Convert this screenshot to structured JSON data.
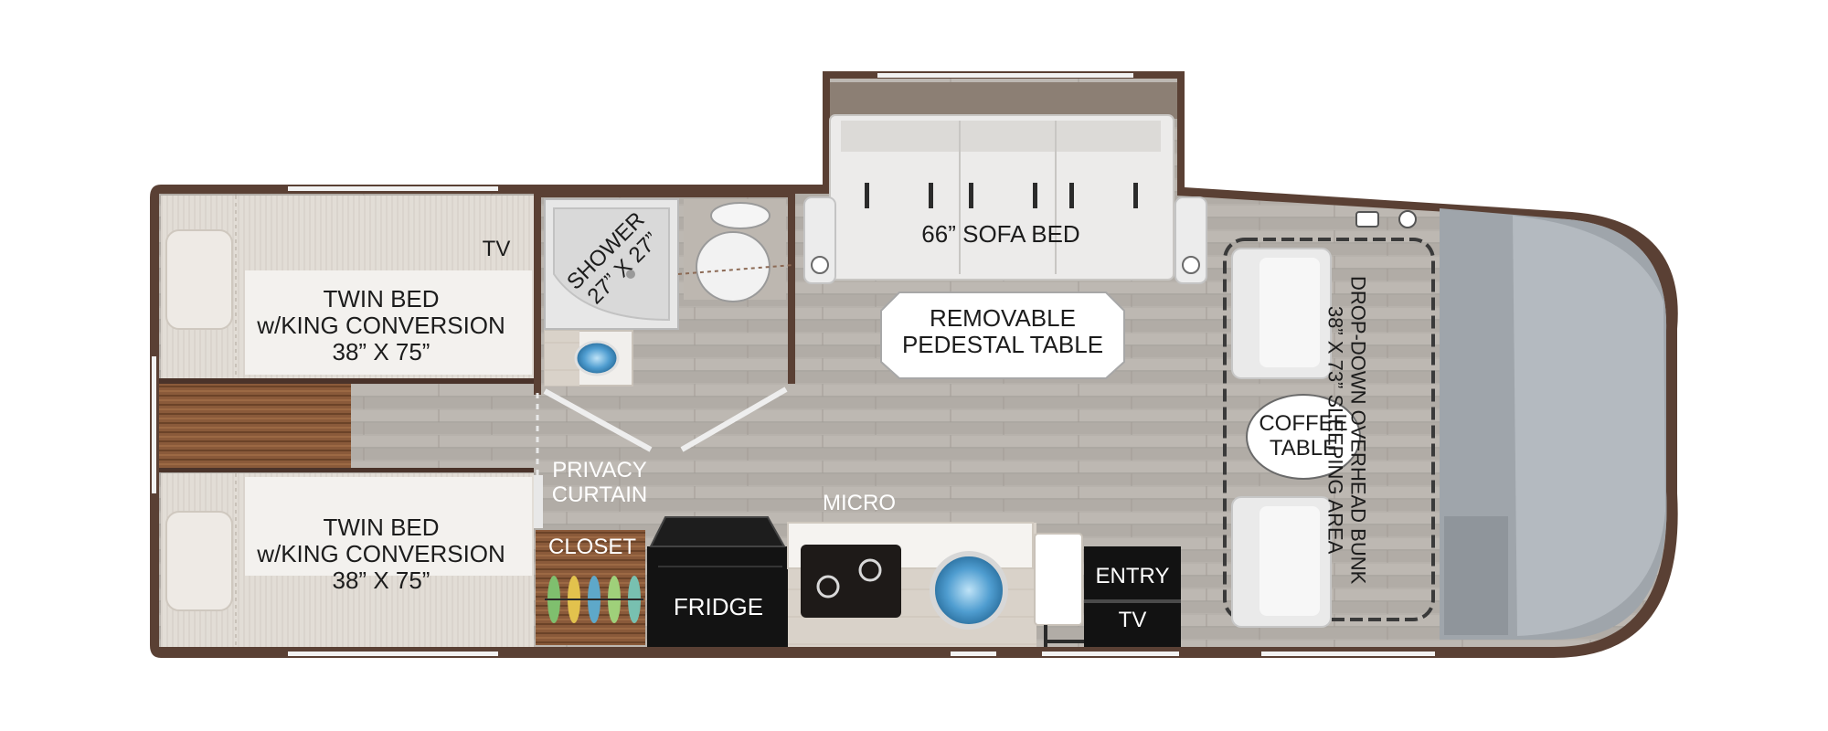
{
  "labels": {
    "tv_bedroom": "TV",
    "twin_bed_top": "TWIN BED\nw/KING CONVERSION\n38” X 75”",
    "twin_bed_bottom": "TWIN BED\nw/KING CONVERSION\n38” X 75”",
    "shower": "SHOWER\n27” X 27”",
    "sofa_bed": "66” SOFA BED",
    "pedestal_table": "REMOVABLE\nPEDESTAL TABLE",
    "privacy_curtain": "PRIVACY\nCURTAIN",
    "closet": "CLOSET",
    "micro": "MICRO",
    "fridge": "FRIDGE",
    "entry": "ENTRY",
    "tv_entry": "TV",
    "coffee_table": "COFFEE\nTABLE",
    "overhead_bunk": "DROP-DOWN OVERHEAD BUNK\n38” X 73” SLEEPING AREA"
  },
  "colors": {
    "wall": "#5a4034",
    "floor": "#b9b4ae",
    "bed": "#e4dfd8",
    "cab": "#9ea4aa",
    "countertop": "#f4f2ef",
    "appliance": "#141414"
  }
}
